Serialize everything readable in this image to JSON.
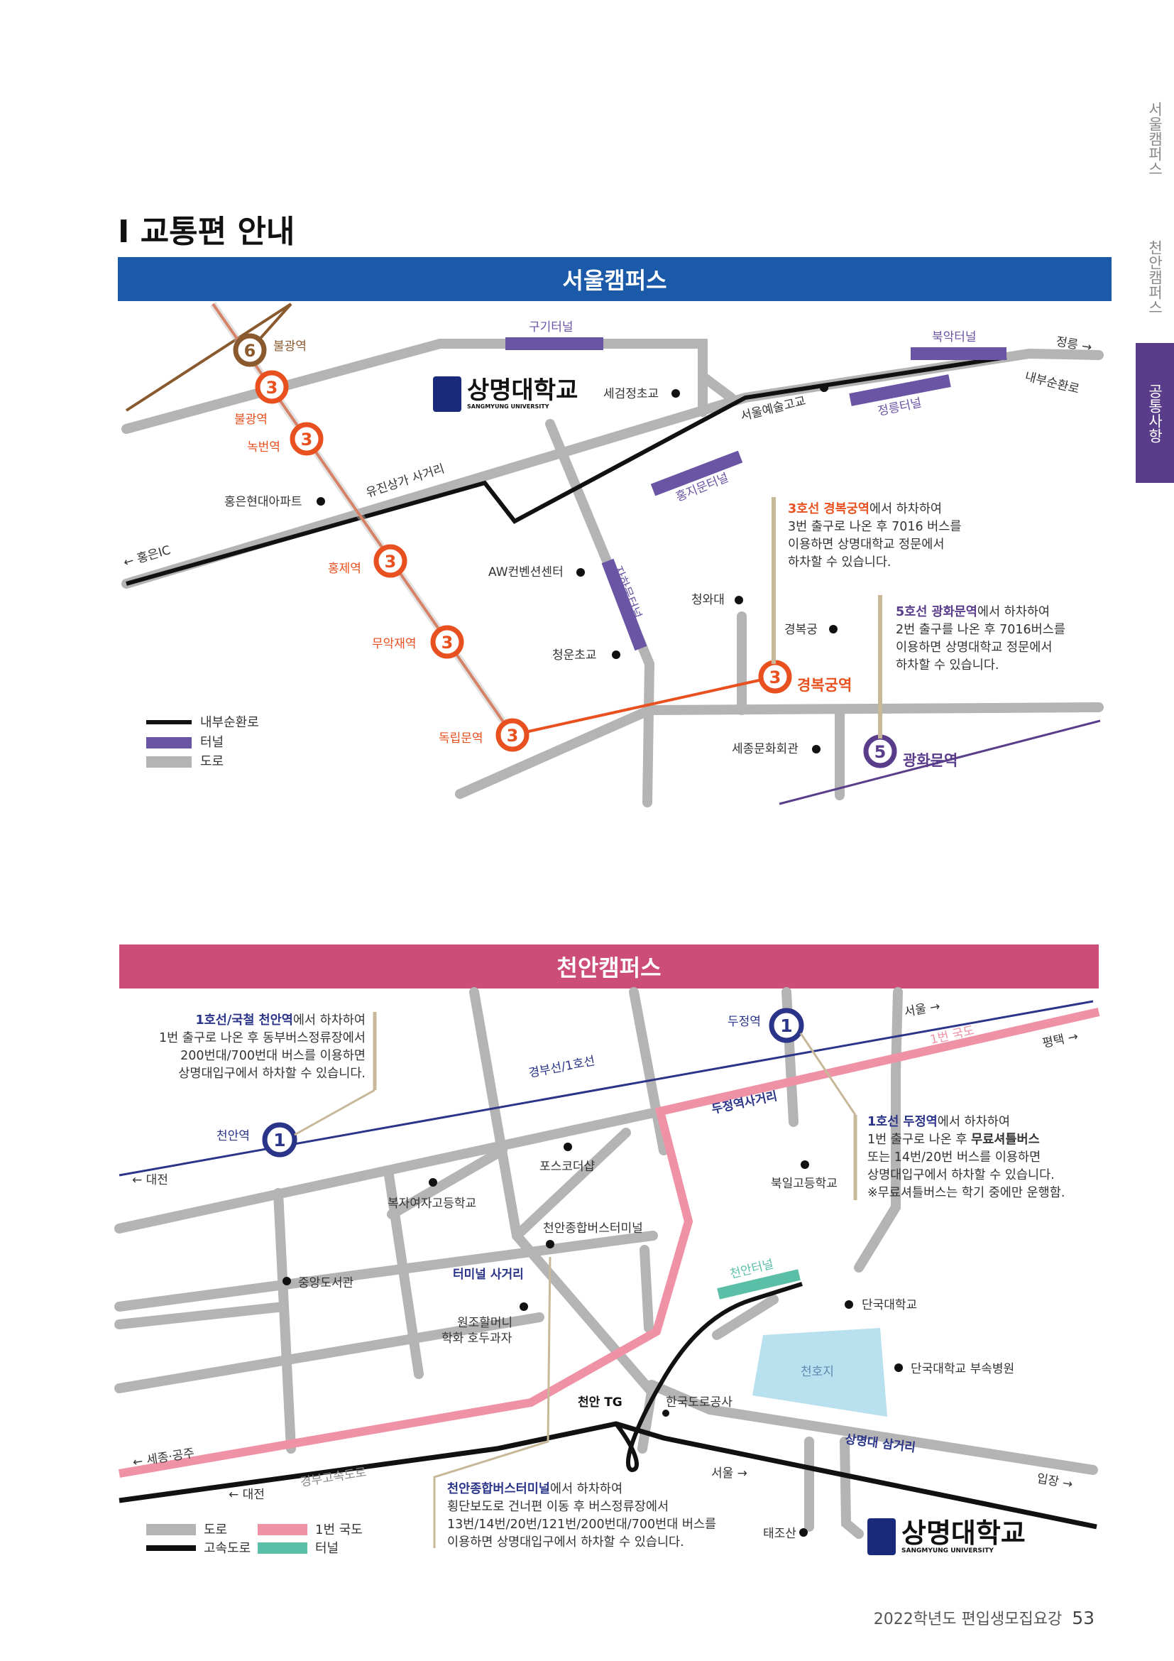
{
  "side_tabs": [
    "서울캠퍼스",
    "천안캠퍼스",
    "공통사항"
  ],
  "page_title": "I 교통편 안내",
  "seoul": {
    "banner": "서울캠퍼스",
    "legend": [
      "내부순환로",
      "터널",
      "도로"
    ],
    "logo": {
      "name": "상명대학교",
      "sub": "SANGMYUNG UNIVERSITY"
    },
    "labels": {
      "bulgwang_6": "불광역",
      "bulgwang_3": "불광역",
      "nokbeon": "녹번역",
      "hongje": "홍제역",
      "muakjae": "무악재역",
      "dongnimmun": "독립문역",
      "gyeongbokgung_stn": "경복궁역",
      "gwanghwamun_stn": "광화문역",
      "gugi_tunnel": "구기터널",
      "bukak_tunnel": "북악터널",
      "jeongneung_tunnel": "정릉터널",
      "hongjimun_tunnel": "홍지문터널",
      "jahamun_tunnel": "자하문터널",
      "jeongneung": "정릉 →",
      "naebu": "내부순환로",
      "hongeun_ic": "← 홍은IC",
      "yujin": "유진상가 사거리",
      "hongeun_apt": "홍은현대아파트",
      "segeomjeong": "세검정초교",
      "arts_hs": "서울예술고교",
      "aw": "AW컨벤션센터",
      "cheongun": "청운초교",
      "cheongwadae": "청와대",
      "gyeongbokgung": "경복궁",
      "sejong": "세종문화회관",
      "line6": "6",
      "line3": "3",
      "line5": "5"
    },
    "notes": {
      "n1_hl": "3호선 경복궁역",
      "n1_rest": "에서 하차하여",
      "n1_lines": [
        "3번 출구로 나온 후 7016 버스를",
        "이용하면 상명대학교 정문에서",
        "하차할 수 있습니다."
      ],
      "n2_hl": "5호선 광화문역",
      "n2_rest": "에서 하차하여",
      "n2_lines": [
        "2번 출구를 나온 후 7016버스를",
        "이용하면 상명대학교 정문에서",
        "하차할 수 있습니다."
      ]
    }
  },
  "cheonan": {
    "banner": "천안캠퍼스",
    "legend": [
      "도로",
      "1번 국도",
      "고속도로",
      "터널"
    ],
    "logo": {
      "name": "상명대학교",
      "sub": "SANGMYUNG UNIVERSITY"
    },
    "labels": {
      "cheonan_stn": "천안역",
      "dujeong_stn": "두정역",
      "gyeongbu": "경부선/1호선",
      "seoul_up": "서울 →",
      "route1": "1번 국도",
      "pyeongtaek": "평택 →",
      "daejeon_left": "← 대전",
      "dujeong_x": "두정역사거리",
      "pos": "포스코더샵",
      "bukil": "북일고등학교",
      "bokja": "복자여자고등학교",
      "terminal": "천안종합버스터미널",
      "central_lib": "중앙도서관",
      "terminal_x": "터미널 사거리",
      "wonjo_1": "원조할머니",
      "wonjo_2": "학화 호두과자",
      "cheonan_tunnel": "천안터널",
      "dankook": "단국대학교",
      "cheonhoji": "천호지",
      "dankook_hosp": "단국대학교 부속병원",
      "cheonan_tg": "천안 TG",
      "korea_ex": "한국도로공사",
      "sejong_gongju": "← 세종·공주",
      "expressway": "경부고속도로",
      "daejeon_bottom": "← 대전",
      "seoul_right": "서울 →",
      "sangmyung_x": "상명대 삼거리",
      "ipjang": "입장 →",
      "taejosan": "태조산",
      "line1": "1"
    },
    "notes": {
      "n1_hl": "1호선/국철 천안역",
      "n1_rest": "에서 하차하여",
      "n1_lines": [
        "1번 출구로 나온 후 동부버스정류장에서",
        "200번대/700번대 버스를 이용하면",
        "상명대입구에서 하차할 수 있습니다."
      ],
      "n2_hl": "1호선 두정역",
      "n2_rest": "에서 하차하여",
      "n2_line1_a": "1번 출구로 나온 후 ",
      "n2_line1_b": "무료셔틀버스",
      "n2_lines": [
        "또는 14번/20번 버스를 이용하면",
        "상명대입구에서 하차할 수 있습니다.",
        "※무료셔틀버스는 학기 중에만 운행함."
      ],
      "n3_hl": "천안종합버스터미널",
      "n3_rest": "에서 하차하여",
      "n3_lines": [
        "횡단보도로 건너편 이동 후 버스정류장에서",
        "13번/14번/20번/121번/200번대/700번대 버스를",
        "이용하면 상명대입구에서 하차할 수 있습니다."
      ]
    }
  },
  "footer": {
    "text": "2022학년도 편입생모집요강",
    "page": "53"
  },
  "colors": {
    "seoul_banner": "#1a5aa8",
    "cheonan_banner": "#cc4d78",
    "line3": "#e8501f",
    "line6": "#8a5a2e",
    "line5": "#5a3d8a",
    "line1": "#2a3488",
    "tunnel_seoul": "#6a55a5",
    "tunnel_cheonan": "#5bbfa8",
    "route1": "#f092a6",
    "road": "#b4b4b4",
    "highlight": "#e8501f",
    "highlight_blue": "#2a3488"
  }
}
